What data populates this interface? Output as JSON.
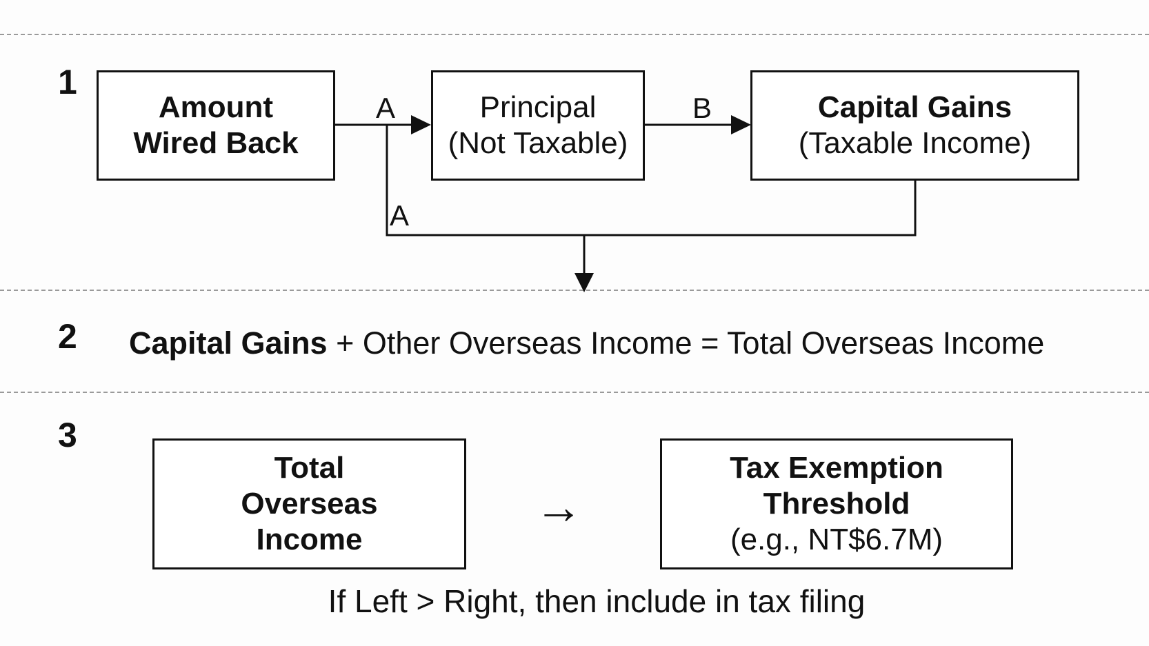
{
  "step1": {
    "number": "1",
    "box_amount": {
      "line1": "Amount",
      "line2": "Wired Back"
    },
    "box_principal": {
      "line1": "Principal",
      "line2": "(Not Taxable)"
    },
    "box_gains": {
      "line1": "Capital Gains",
      "line2": "(Taxable Income)"
    },
    "label_a_top": "A",
    "label_b": "B",
    "label_a_lower": "A"
  },
  "step2": {
    "number": "2",
    "equation": {
      "term1": "Capital Gains",
      "op1": " + ",
      "term2": "Other Overseas Income",
      "op2": " = ",
      "result": "Total Overseas Income"
    }
  },
  "step3": {
    "number": "3",
    "box_total": {
      "line1": "Total",
      "line2": "Overseas",
      "line3": "Income"
    },
    "arrow": "→",
    "box_threshold": {
      "line1": "Tax Exemption",
      "line2": "Threshold",
      "line3": "(e.g., NT$6.7M)"
    },
    "rule": "If Left > Right, then include in tax filing"
  }
}
